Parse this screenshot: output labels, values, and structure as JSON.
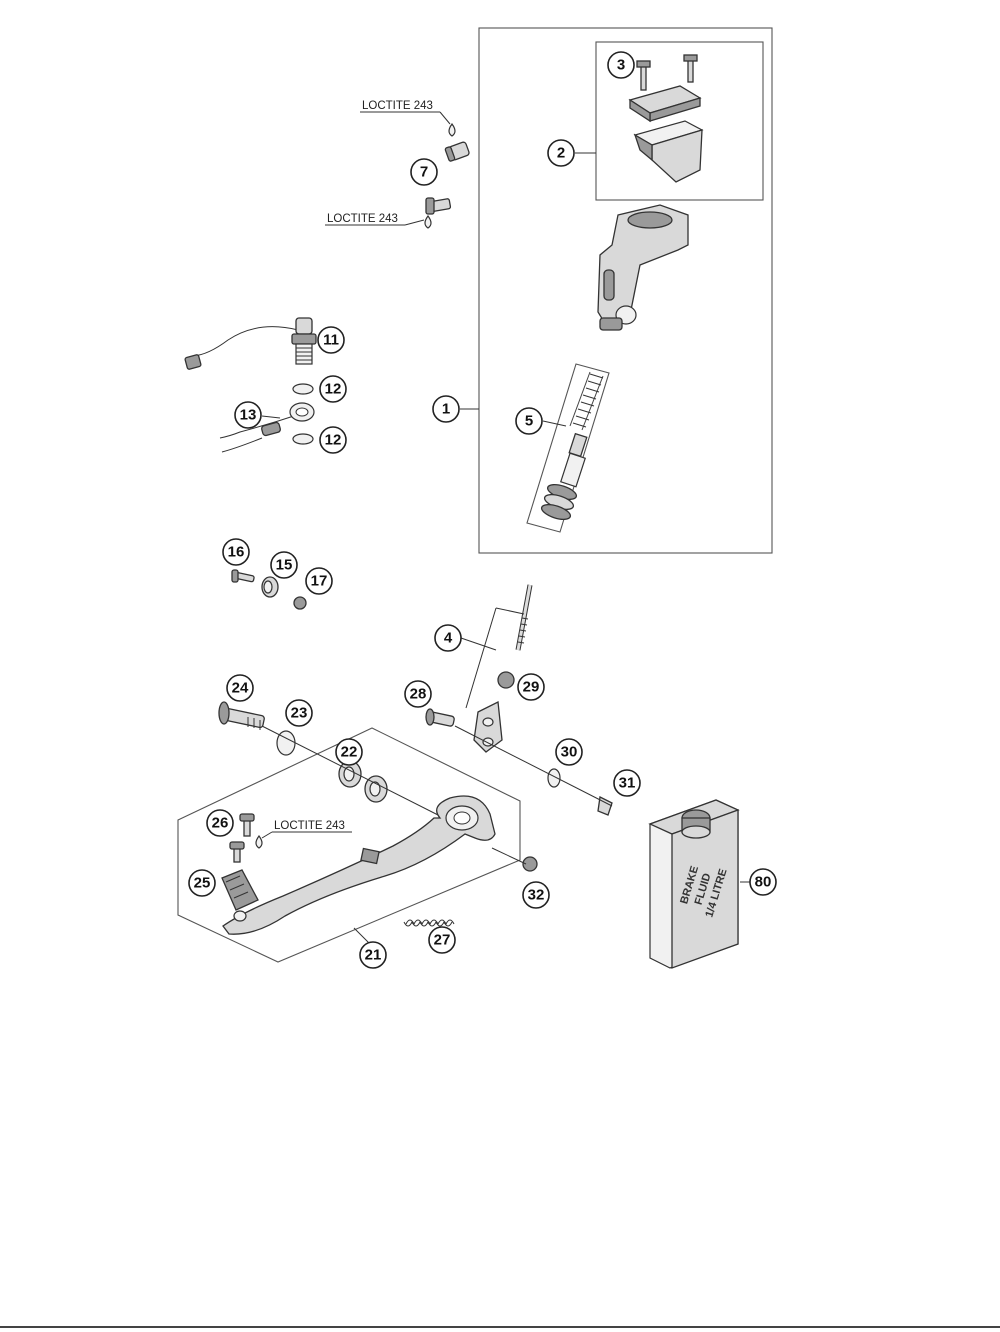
{
  "notes": {
    "loctite_top": "LOCTITE 243",
    "loctite_mid": "LOCTITE 243",
    "loctite_lower": "LOCTITE 243"
  },
  "callouts": {
    "c1": "1",
    "c2": "2",
    "c3": "3",
    "c4": "4",
    "c5": "5",
    "c7": "7",
    "c11": "11",
    "c12a": "12",
    "c12b": "12",
    "c13": "13",
    "c15": "15",
    "c16": "16",
    "c17": "17",
    "c21": "21",
    "c22": "22",
    "c23": "23",
    "c24": "24",
    "c25": "25",
    "c26": "26",
    "c27": "27",
    "c28": "28",
    "c29": "29",
    "c30": "30",
    "c31": "31",
    "c32": "32",
    "c80": "80"
  },
  "can_label": {
    "line1": "BRAKE",
    "line2": "FLUID",
    "line3": "1/4 LITRE"
  }
}
